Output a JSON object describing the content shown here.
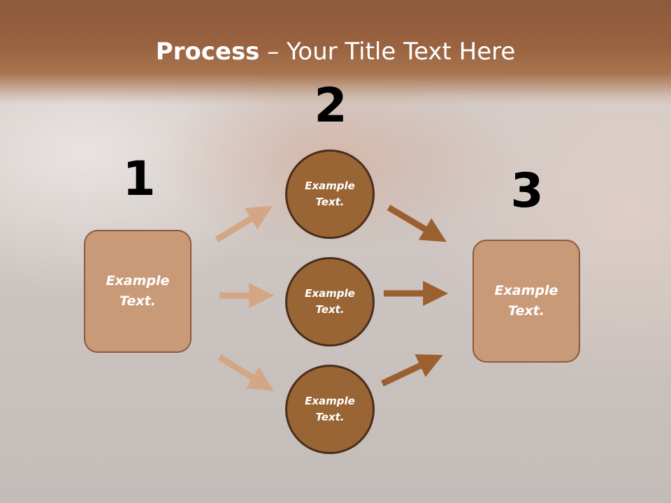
{
  "slide": {
    "title_bold": "Process",
    "title_rest": " – Your Title Text Here"
  },
  "steps": [
    {
      "number": "1",
      "text": "Example Text."
    },
    {
      "number": "2",
      "text": "Example Text."
    },
    {
      "number": "3",
      "text": "Example Text."
    }
  ],
  "middle_nodes": [
    {
      "text": "Example Text."
    },
    {
      "text": "Example Text."
    },
    {
      "text": "Example Text."
    }
  ],
  "colors": {
    "banner": "#9a6340",
    "box_fill": "#c99a78",
    "circle_fill": "#996535",
    "arrow_light": "#d3a786",
    "arrow_dark": "#9a6030"
  }
}
